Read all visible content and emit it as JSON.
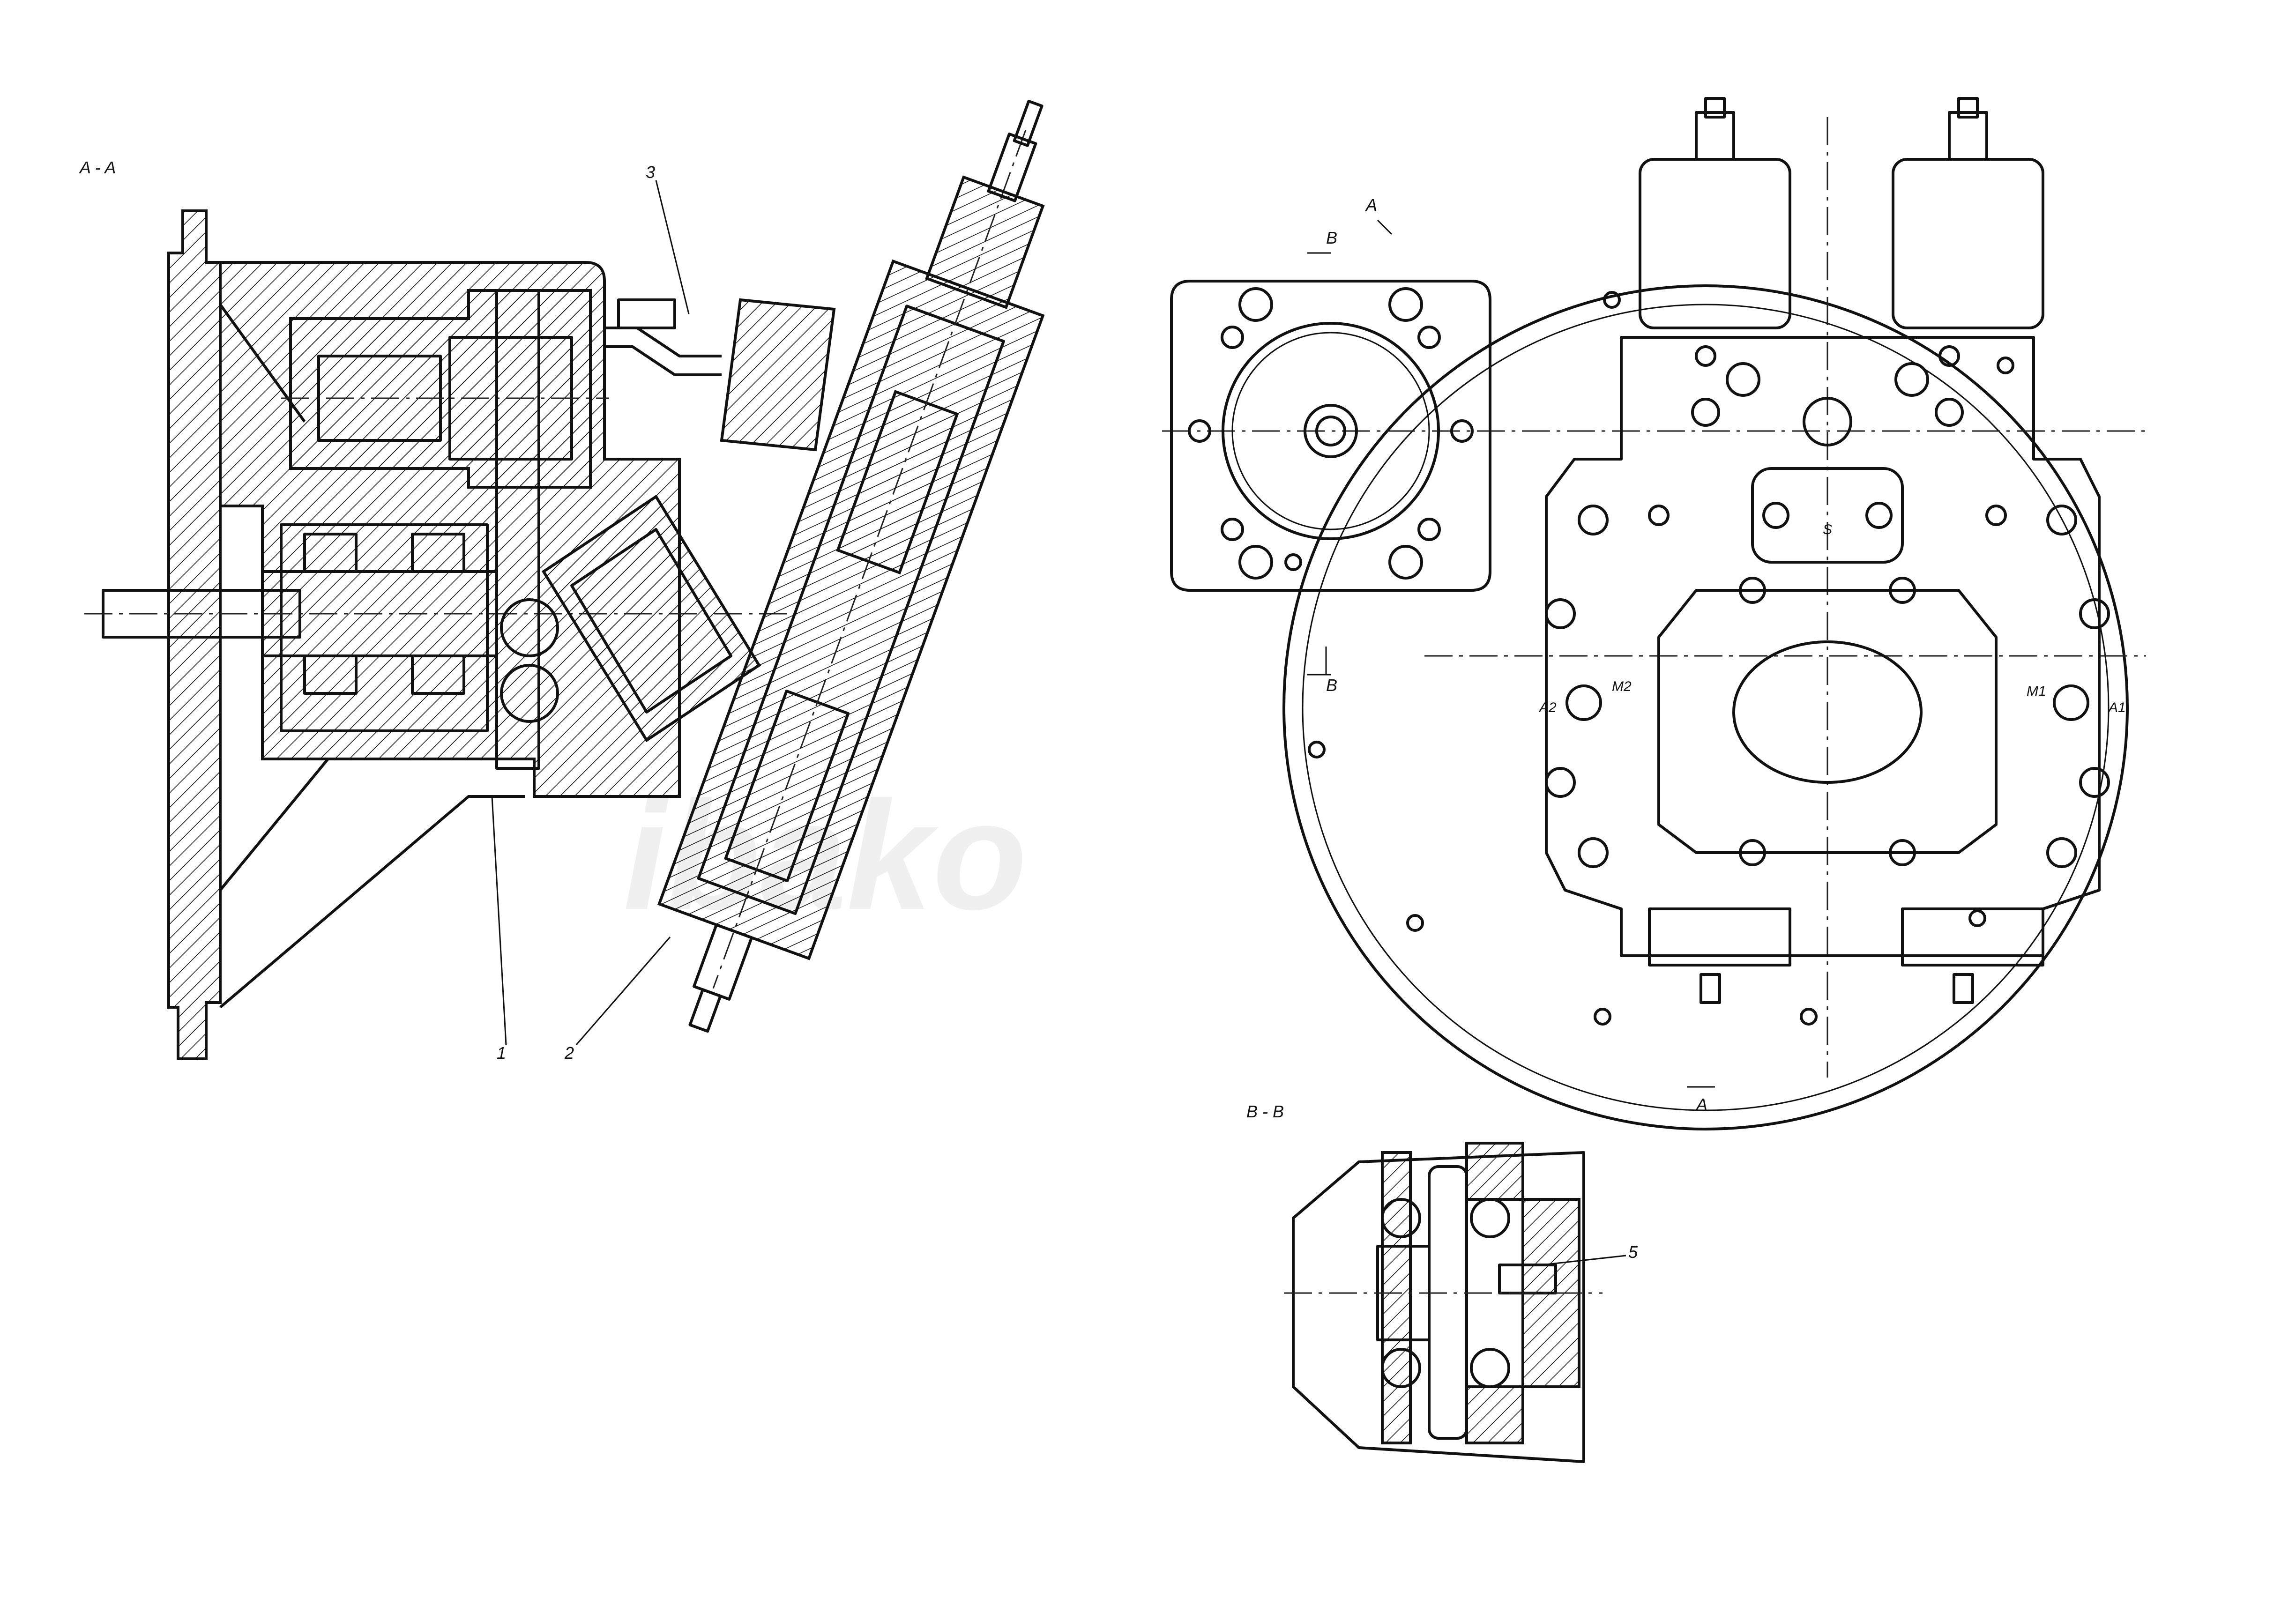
{
  "section_labels": {
    "aa": "A - A",
    "bb": "B - B"
  },
  "callouts": {
    "c1": "1",
    "c2": "2",
    "c3": "3",
    "c5": "5"
  },
  "cut_marks": {
    "a_top": "A",
    "a_bottom": "A",
    "b_top": "B",
    "b_bottom": "B"
  },
  "ports": {
    "a1": "A1",
    "a2": "A2",
    "m1": "M1",
    "m2": "M2",
    "s": "S"
  },
  "watermark": "ibako"
}
